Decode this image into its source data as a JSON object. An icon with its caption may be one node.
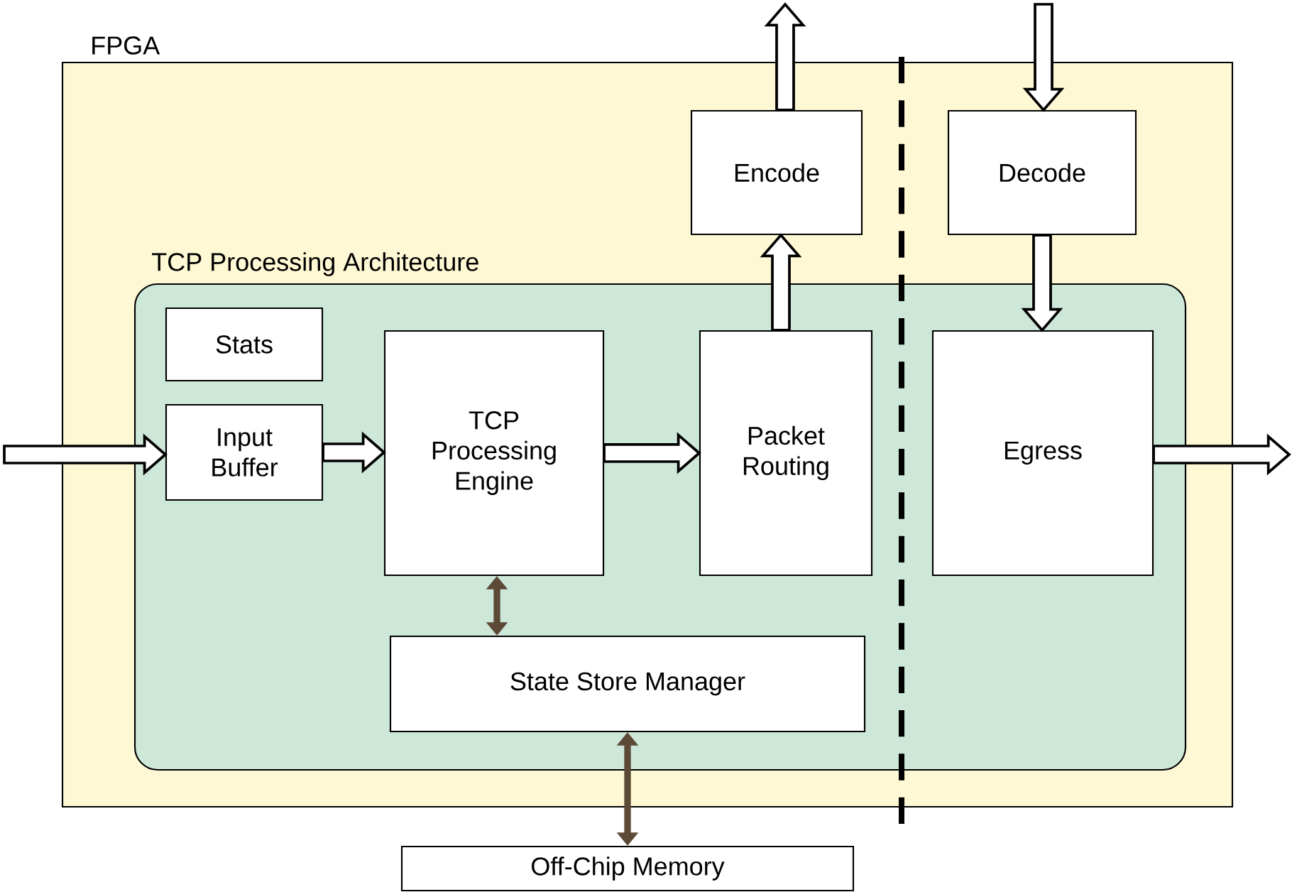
{
  "diagram": {
    "nodes": [
      {
        "text": [
          "FPGA"
        ]
      },
      {
        "text": [
          "TCP Processing Architecture"
        ],
        "in": 0
      },
      {
        "text": [
          "Stats"
        ],
        "in": 1
      },
      {
        "text": [
          "Input Buffer"
        ],
        "in": 1
      },
      {
        "text": [
          "TCP Processing Engine"
        ],
        "in": 1
      },
      {
        "text": [
          "Packet Routing"
        ],
        "in": 1
      },
      {
        "text": [
          "State Store Manager"
        ],
        "in": 1
      },
      {
        "text": [
          "Encode"
        ],
        "in": 0
      },
      {
        "text": [
          "Decode"
        ],
        "in": 0
      },
      {
        "text": [
          "Egress"
        ],
        "in": 1
      },
      {
        "text": [
          "Off-Chip Memory"
        ]
      }
    ],
    "edges": [
      {
        "from": null,
        "to": 3,
        "arrow": "to"
      },
      {
        "from": 3,
        "to": 4,
        "arrow": "to"
      },
      {
        "from": 4,
        "to": 5,
        "arrow": "to"
      },
      {
        "from": 5,
        "to": 7,
        "arrow": "to"
      },
      {
        "from": 7,
        "to": null,
        "arrow": "to"
      },
      {
        "from": null,
        "to": 8,
        "arrow": "to"
      },
      {
        "from": 8,
        "to": 9,
        "arrow": "to"
      },
      {
        "from": 9,
        "to": null,
        "arrow": "to"
      },
      {
        "from": 4,
        "to": 6,
        "arrow": "both",
        "color": "#5c4a36"
      },
      {
        "from": 6,
        "to": 10,
        "arrow": "both",
        "color": "#5c4a36"
      }
    ]
  }
}
